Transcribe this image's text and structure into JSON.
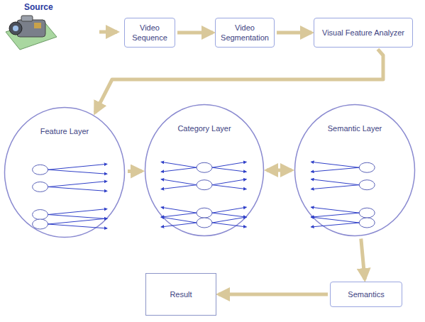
{
  "diagram": {
    "nodes": [
      {
        "text": [
          "Video Sequence"
        ]
      },
      {
        "text": [
          "Video Segmentation"
        ]
      },
      {
        "text": [
          "Visual Feature Analyzer"
        ]
      },
      {
        "text": [
          "Feature Layer"
        ]
      },
      {
        "text": [
          "Category Layer"
        ]
      },
      {
        "text": [
          "Semantic Layer"
        ]
      },
      {
        "text": [
          "Semantics"
        ]
      },
      {
        "text": [
          "Result"
        ]
      }
    ],
    "edges": [
      {
        "from": 0,
        "to": 1,
        "arrow": "to"
      },
      {
        "from": 1,
        "to": 2,
        "arrow": "to"
      },
      {
        "from": 2,
        "to": 3,
        "arrow": "to"
      },
      {
        "from": 3,
        "to": 4,
        "arrow": "to"
      },
      {
        "from": 4,
        "to": 5,
        "arrow": "both"
      },
      {
        "from": 5,
        "to": 6,
        "arrow": "to"
      },
      {
        "from": 6,
        "to": 7,
        "arrow": "to"
      }
    ],
    "labels": [
      "Source"
    ]
  }
}
